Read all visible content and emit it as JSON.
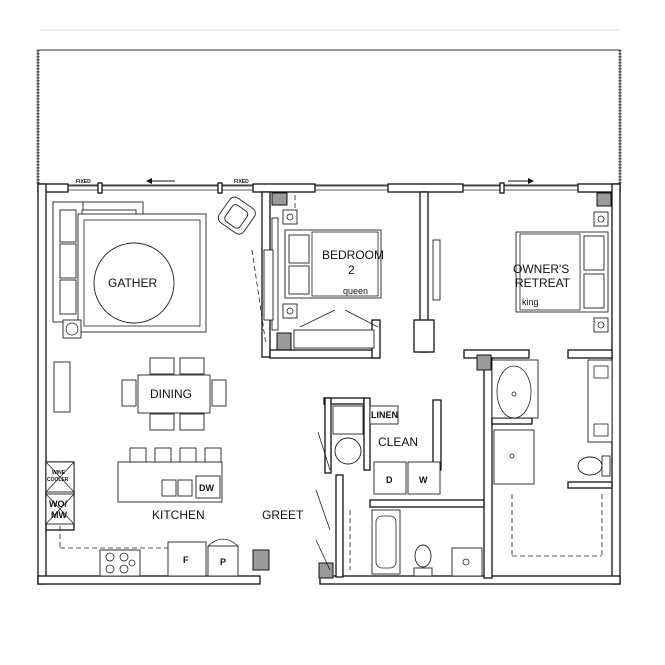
{
  "rooms": {
    "gather": "GATHER",
    "dining": "DINING",
    "kitchen": "KITCHEN",
    "greet": "GREET",
    "clean": "CLEAN",
    "linen": "LINEN",
    "bedroom2_line1": "BEDROOM",
    "bedroom2_line2": "2",
    "owners_line1": "OWNER'S",
    "owners_line2": "RETREAT"
  },
  "beds": {
    "queen": "queen",
    "king": "king"
  },
  "appliances": {
    "wine_line1": "WINE",
    "wine_line2": "COOLER",
    "womw_line1": "WO/",
    "womw_line2": "MW",
    "dw": "DW",
    "fridge": "F",
    "pantry": "P",
    "dryer": "D",
    "washer": "W"
  },
  "windows": {
    "fixed_left": "FIXED",
    "fixed_right": "FIXED"
  }
}
